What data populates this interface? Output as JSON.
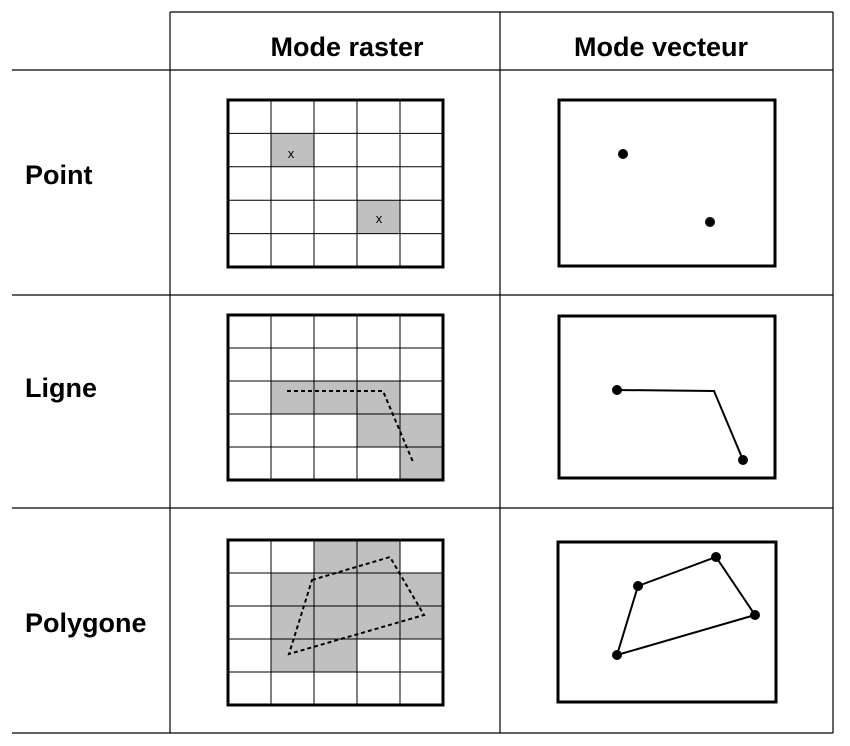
{
  "header": {
    "col_raster": "Mode raster",
    "col_vector": "Mode vecteur"
  },
  "rows": [
    {
      "id": "point",
      "label": "Point"
    },
    {
      "id": "ligne",
      "label": "Ligne"
    },
    {
      "id": "polygone",
      "label": "Polygone"
    }
  ],
  "point_raster": {
    "marker": "x",
    "filled_cells": [
      [
        1,
        1
      ],
      [
        3,
        3
      ]
    ]
  },
  "ligne_raster": {
    "filled_cells": [
      [
        2,
        1
      ],
      [
        2,
        2
      ],
      [
        2,
        3
      ],
      [
        3,
        3
      ],
      [
        3,
        4
      ],
      [
        4,
        4
      ]
    ]
  },
  "polygone_raster": {
    "filled_cells": [
      [
        0,
        2
      ],
      [
        0,
        3
      ],
      [
        1,
        1
      ],
      [
        1,
        2
      ],
      [
        1,
        3
      ],
      [
        1,
        4
      ],
      [
        2,
        1
      ],
      [
        2,
        2
      ],
      [
        2,
        3
      ],
      [
        2,
        4
      ],
      [
        3,
        1
      ],
      [
        3,
        2
      ]
    ]
  },
  "colors": {
    "ink": "#000000",
    "cell_fill": "#c0c0c0",
    "background": "#ffffff"
  }
}
